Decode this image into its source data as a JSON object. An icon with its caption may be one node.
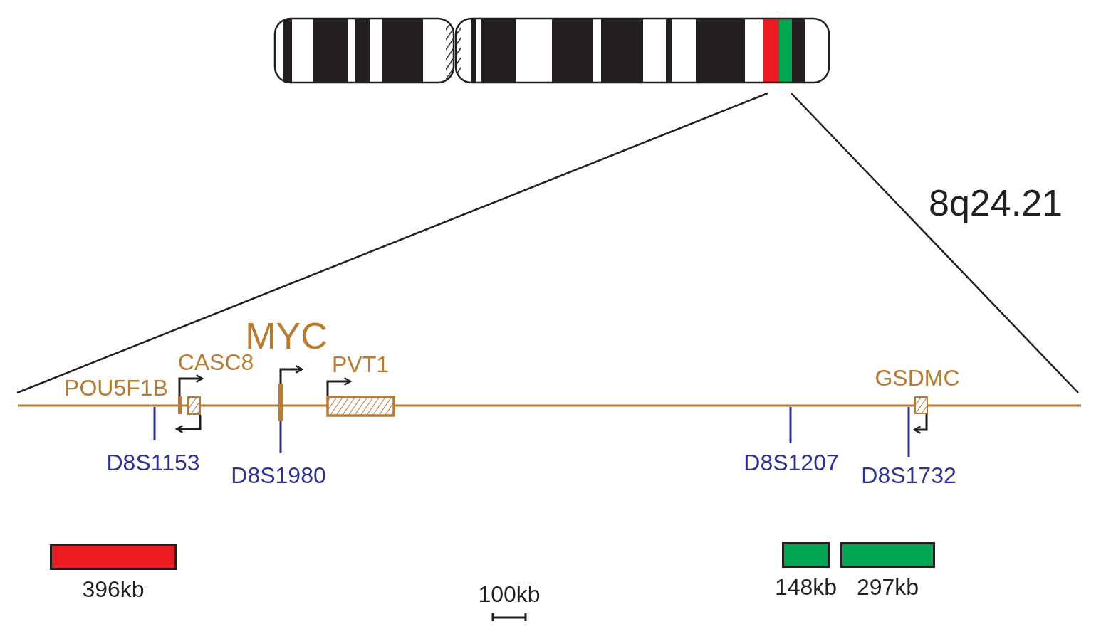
{
  "diagram": {
    "nodes": [
      {
        "text": [],
        "shape": "bar",
        "beside": [
          "396kb"
        ]
      },
      {
        "text": [],
        "shape": "bar",
        "beside": [
          "148kb"
        ]
      },
      {
        "text": [],
        "shape": "bar",
        "beside": [
          "297kb"
        ]
      }
    ],
    "labels": [
      "8q24.21",
      "MYC",
      "CASC8",
      "PVT1",
      "GSDMC",
      "POU5F1B",
      "D8S1153",
      "D8S1207",
      "D8S1980",
      "D8S1732",
      "100kb"
    ]
  }
}
